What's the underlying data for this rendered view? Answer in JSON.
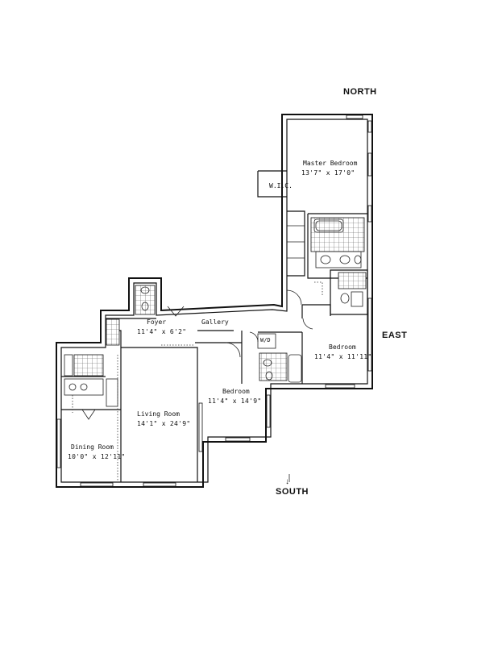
{
  "compass": {
    "north": "NORTH",
    "east": "EAST",
    "south": "SOUTH",
    "south_arrow": "↓"
  },
  "rooms": {
    "master_bedroom": {
      "name": "Master Bedroom",
      "dims": "13'7\" x 17'0\""
    },
    "wic": {
      "name": "W.I.C."
    },
    "foyer": {
      "name": "Foyer",
      "dims": "11'4\" x 6'2\""
    },
    "gallery": {
      "name": "Gallery"
    },
    "bedroom_east": {
      "name": "Bedroom",
      "dims": "11'4\" x 11'11\""
    },
    "bedroom_center": {
      "name": "Bedroom",
      "dims": "11'4\" x 14'9\""
    },
    "living_room": {
      "name": "Living Room",
      "dims": "14'1\" x 24'9\""
    },
    "dining_room": {
      "name": "Dining Room",
      "dims": "10'0\" x 12'11\""
    }
  },
  "fixtures": {
    "wd": "W/D"
  }
}
